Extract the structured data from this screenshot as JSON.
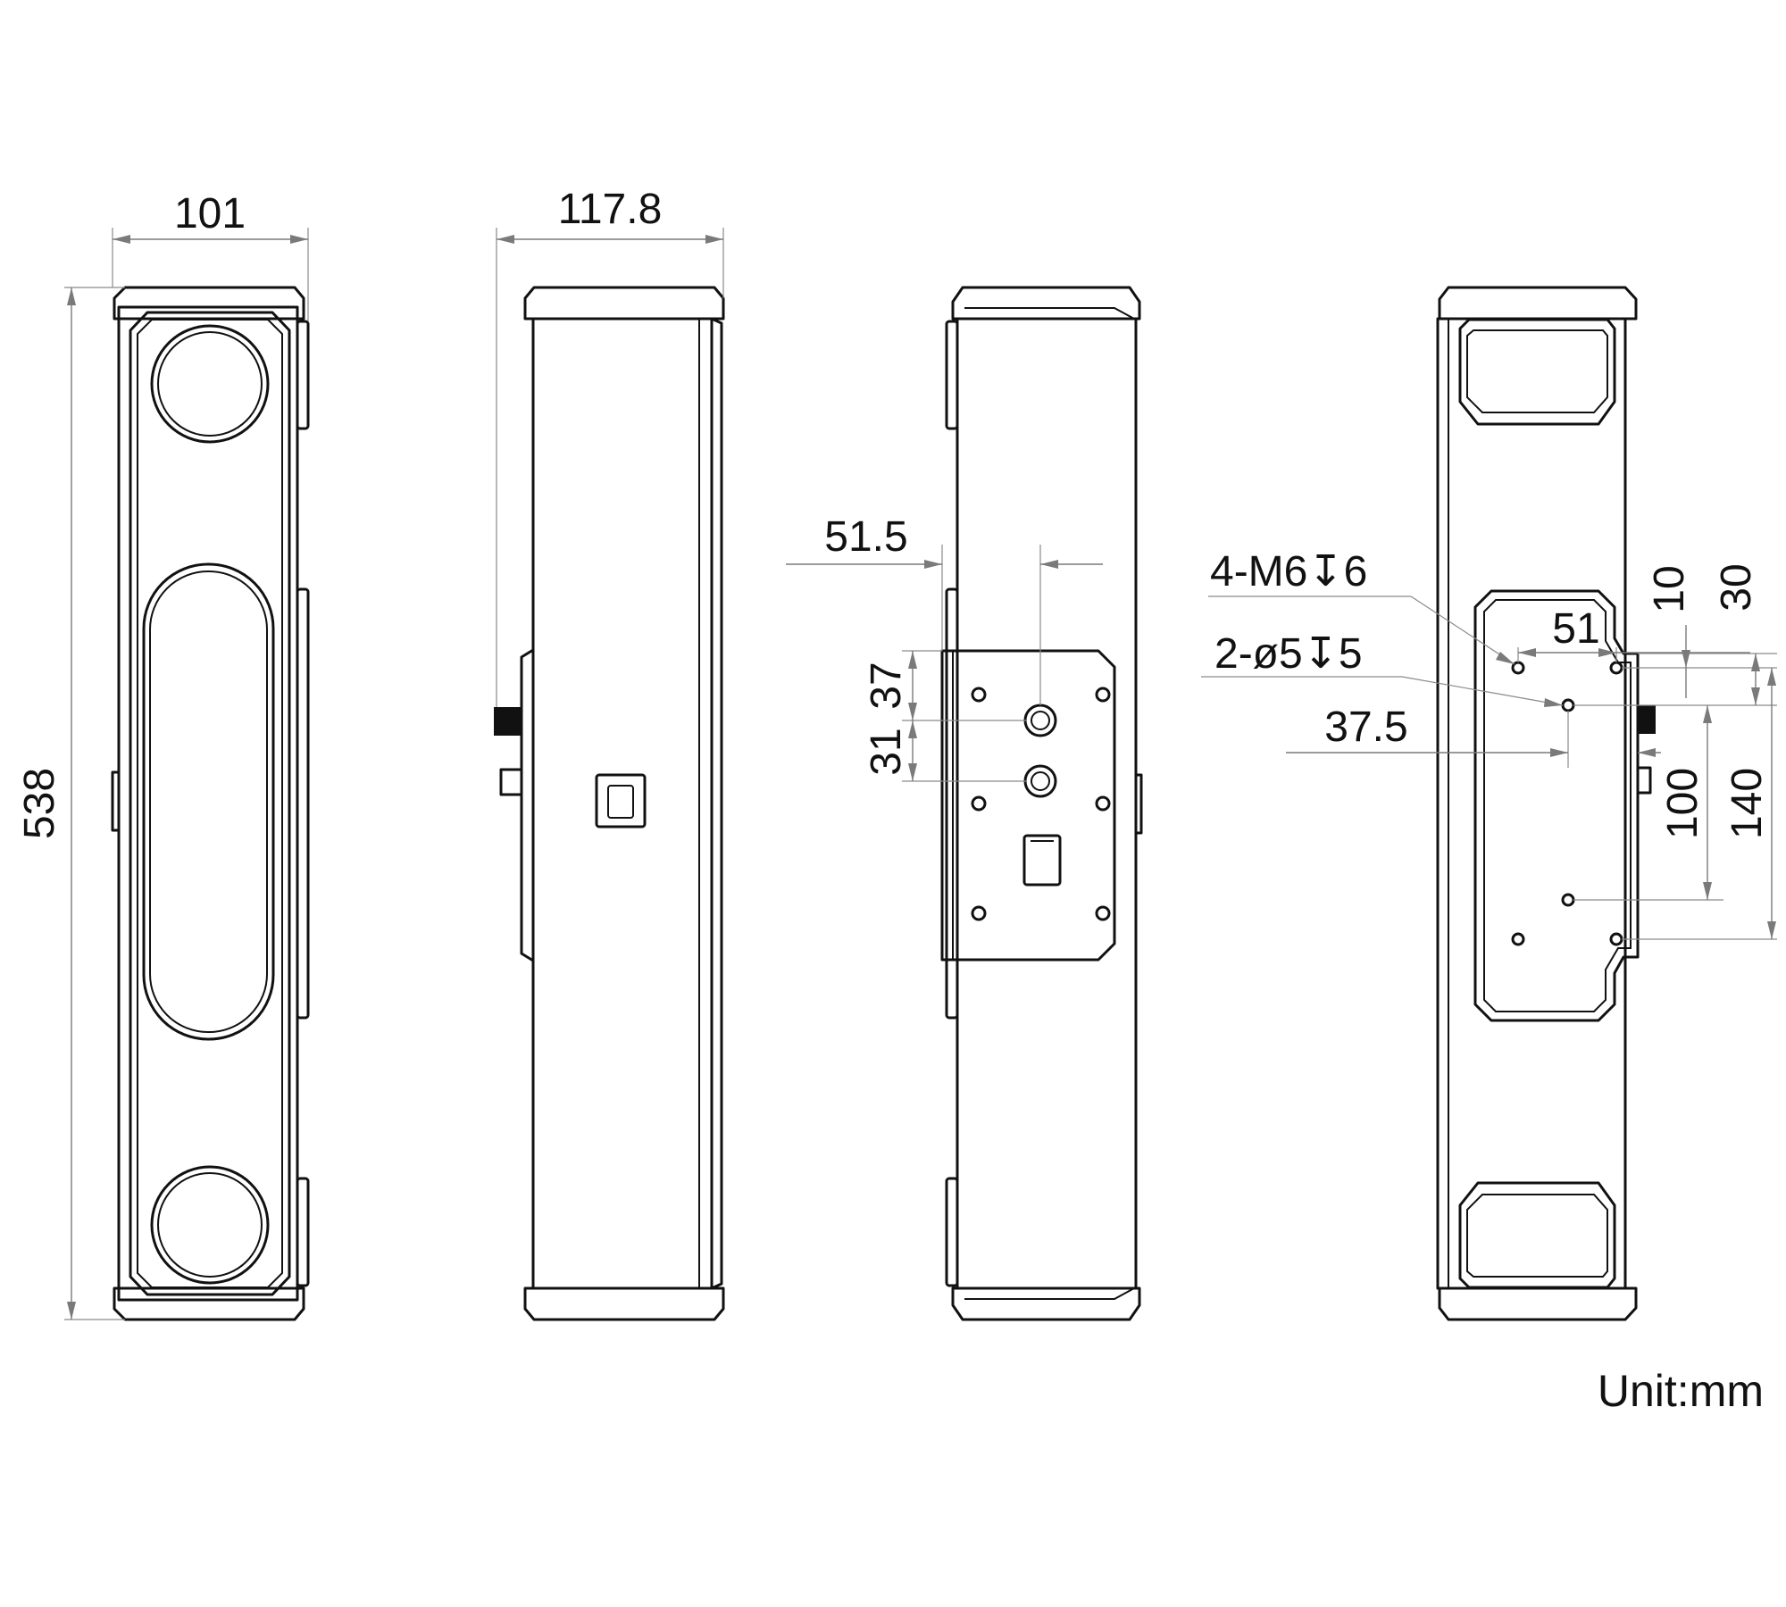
{
  "dimensions": {
    "front_width": "101",
    "side_width": "117.8",
    "height": "538",
    "bracket_offset": "51.5",
    "conn_upper": "37",
    "conn_lower": "31",
    "m6_callout": "4-M6↧6",
    "pin_callout": "2-ø5↧5",
    "hole_spacing_h": "51",
    "pin_offset_h": "37.5",
    "top_10": "10",
    "top_30": "30",
    "span_100": "100",
    "span_140": "140"
  },
  "unit_label": "Unit:mm"
}
